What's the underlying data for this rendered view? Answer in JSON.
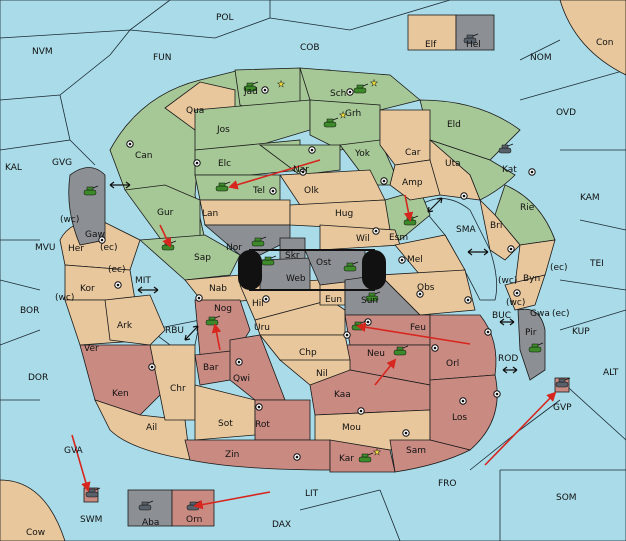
{
  "colors": {
    "sea": "#a9dbe8",
    "neutral": "#e8c79c",
    "green_power": "#a6c796",
    "red_power": "#c98a82",
    "gray_power": "#8c8f93",
    "order_arrow": "#d7261e"
  },
  "sea_labels": [
    "POL",
    "NVM",
    "FUN",
    "COB",
    "NOM",
    "Con",
    "OVD",
    "KAL",
    "GVG",
    "KAM",
    "MVU",
    "SMA",
    "TEI",
    "BOR",
    "MIT",
    "RBU",
    "BUC",
    "KUP",
    "DOR",
    "ALT",
    "ROD",
    "GVA",
    "FRO",
    "LIT",
    "SOM",
    "SWM",
    "DAX",
    "Cow"
  ],
  "gray_labels": [
    "Hel",
    "Gaw",
    "Nor",
    "Skr",
    "Ost",
    "Web",
    "Sun",
    "Pir",
    "Aba"
  ],
  "green_labels": [
    "Jad",
    "Sch",
    "Grh",
    "Jos",
    "Can",
    "Elc",
    "Nar",
    "Tel",
    "Yok",
    "Gur",
    "Lan",
    "Sap",
    "Eld",
    "Kat",
    "Rie",
    "Esm"
  ],
  "tan_labels": [
    "Elf",
    "Qua",
    "Car",
    "Uta",
    "Amp",
    "Olk",
    "Hug",
    "Wil",
    "Bri",
    "Mel",
    "Her",
    "Kor",
    "Byn",
    "Obs",
    "Gwa",
    "Ark",
    "Ver",
    "Nab",
    "Hil",
    "Uru",
    "Eun",
    "Chr",
    "Chp",
    "Nil",
    "Sot",
    "Mou",
    "Ail",
    "Sam"
  ],
  "red_labels": [
    "Nog",
    "Feu",
    "Neu",
    "Orl",
    "Bar",
    "Qwi",
    "Ken",
    "Kaa",
    "Rot",
    "Los",
    "Zin",
    "Kar",
    "Orn",
    "GVP"
  ],
  "coast_tags": [
    "(wc)",
    "(ec)",
    "(ec)",
    "(wc)",
    "(wc)",
    "(ec)",
    "(wc)",
    "(ec)"
  ]
}
